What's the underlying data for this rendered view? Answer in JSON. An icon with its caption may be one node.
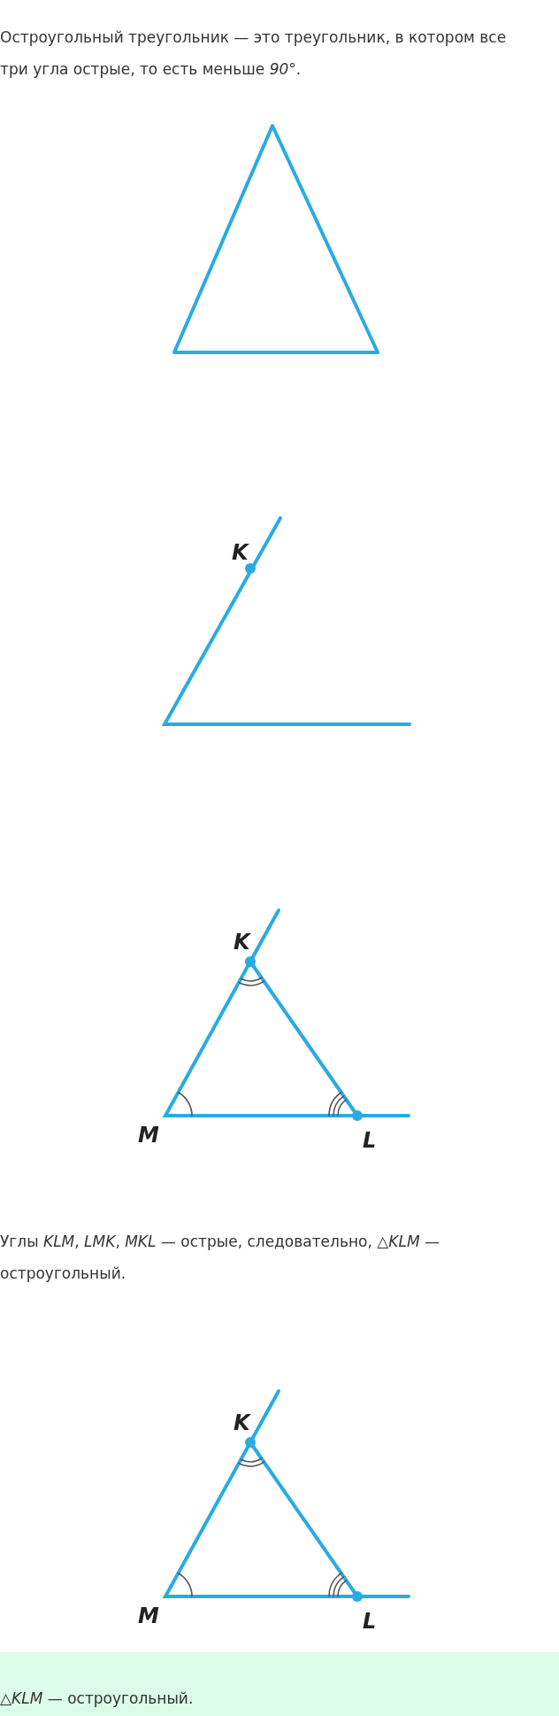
{
  "diagram": {
    "labels": [
      "Остроугольный треугольник — это треугольник, в котором все три угла острые, то есть меньше *90°*.",
      "K",
      "K",
      "M",
      "L",
      "Углы *KLM*, *LMK*, *MKL* — острые, следовательно, *△KLM* — остроугольный.",
      "K",
      "M",
      "L",
      "*△KLM* — остроугольный."
    ]
  }
}
